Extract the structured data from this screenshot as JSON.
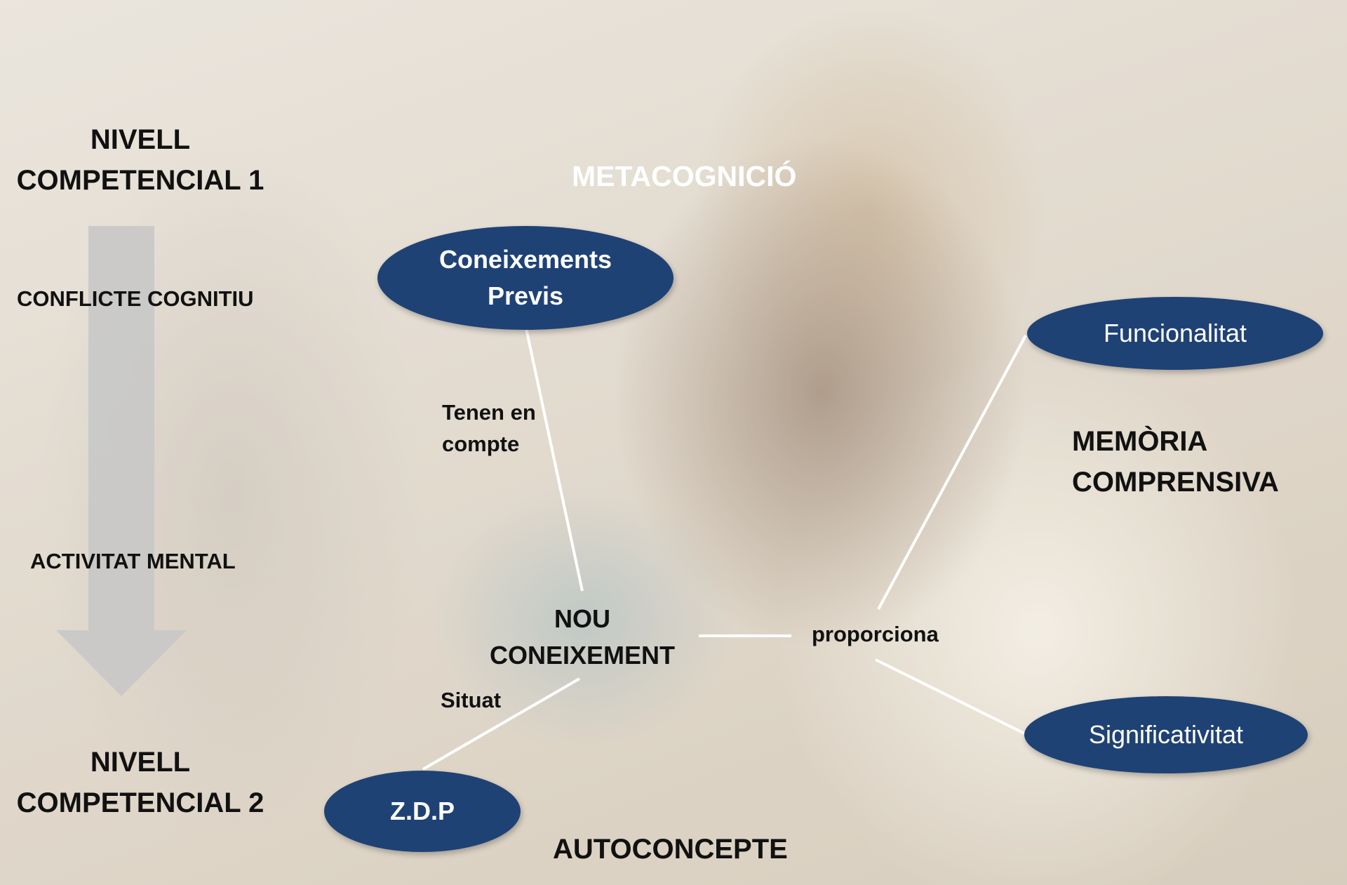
{
  "left_panel": {
    "level_top": [
      "NIVELL",
      "COMPETENCIAL 1"
    ],
    "conflict": "CONFLICTE COGNITIU",
    "activity": "ACTIVITAT MENTAL",
    "level_bottom": [
      "NIVELL",
      "COMPETENCIAL 2"
    ]
  },
  "labels": {
    "metacognition": "METACOGNICIÓ",
    "self_concept": "AUTOCONCEPTE",
    "memory": [
      "MEMÒRIA",
      "COMPRENSIVA"
    ],
    "new_knowledge": [
      "NOU",
      "CONEIXEMENT"
    ],
    "take_into_account": [
      "Tenen en",
      "compte"
    ],
    "located": "Situat",
    "provides": "proporciona"
  },
  "nodes": {
    "prior_knowledge": [
      "Coneixements",
      "Previs"
    ],
    "functionality": "Funcionalitat",
    "significance": "Significativitat",
    "zdp": "Z.D.P"
  },
  "colors": {
    "node_fill": "#1f4275",
    "node_text": "#ffffff",
    "connector": "#ffffff",
    "arrow": "#c8c8c8"
  }
}
